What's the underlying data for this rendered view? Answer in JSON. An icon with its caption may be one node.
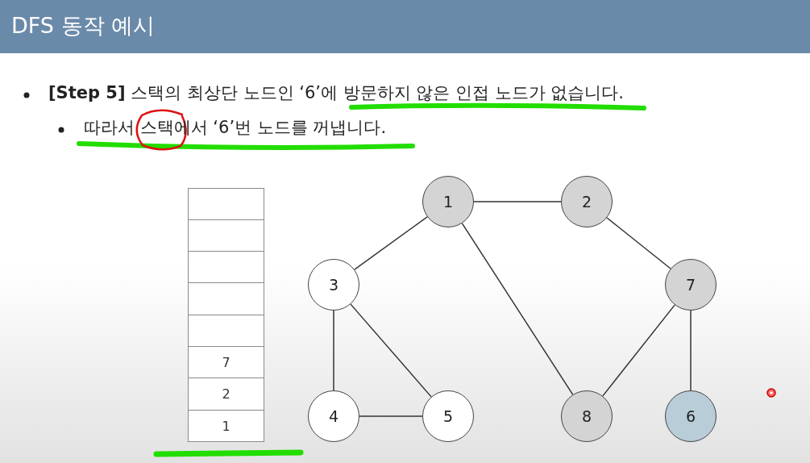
{
  "diagram": {
    "title": "DFS 동작 예시",
    "nodes": [
      {
        "text": [],
        "shape": "box"
      },
      {
        "text": [],
        "shape": "box"
      },
      {
        "text": [],
        "shape": "box"
      },
      {
        "text": [],
        "shape": "box"
      },
      {
        "text": [],
        "shape": "box"
      },
      {
        "text": [
          "7"
        ]
      },
      {
        "text": [
          "2"
        ]
      },
      {
        "text": [
          "1"
        ]
      },
      {
        "text": [
          "1"
        ]
      },
      {
        "text": [
          "2"
        ]
      },
      {
        "text": [
          "3"
        ]
      },
      {
        "text": [
          "7"
        ]
      },
      {
        "text": [
          "4"
        ]
      },
      {
        "text": [
          "5"
        ]
      },
      {
        "text": [
          "8"
        ]
      },
      {
        "text": [
          "6"
        ]
      }
    ],
    "edges": [
      {
        "from": 8,
        "to": 9,
        "arrow": "none"
      },
      {
        "from": 8,
        "to": 10,
        "arrow": "none"
      },
      {
        "from": 8,
        "to": 14,
        "arrow": "none"
      },
      {
        "from": 9,
        "to": 11,
        "arrow": "none"
      },
      {
        "from": 11,
        "to": 14,
        "arrow": "none"
      },
      {
        "from": 11,
        "to": 15,
        "arrow": "none"
      },
      {
        "from": 10,
        "to": 12,
        "arrow": "none"
      },
      {
        "from": 10,
        "to": 13,
        "arrow": "none"
      },
      {
        "from": 12,
        "to": 13,
        "arrow": "none"
      }
    ],
    "labels": [
      "**[Step 5]** 스택의 최상단 노드인 ‘6’에 방문하지 않은 인접 노드가 없습니다.",
      "따라서 스택에서 ‘6’번 노드를 꺼냅니다."
    ]
  }
}
